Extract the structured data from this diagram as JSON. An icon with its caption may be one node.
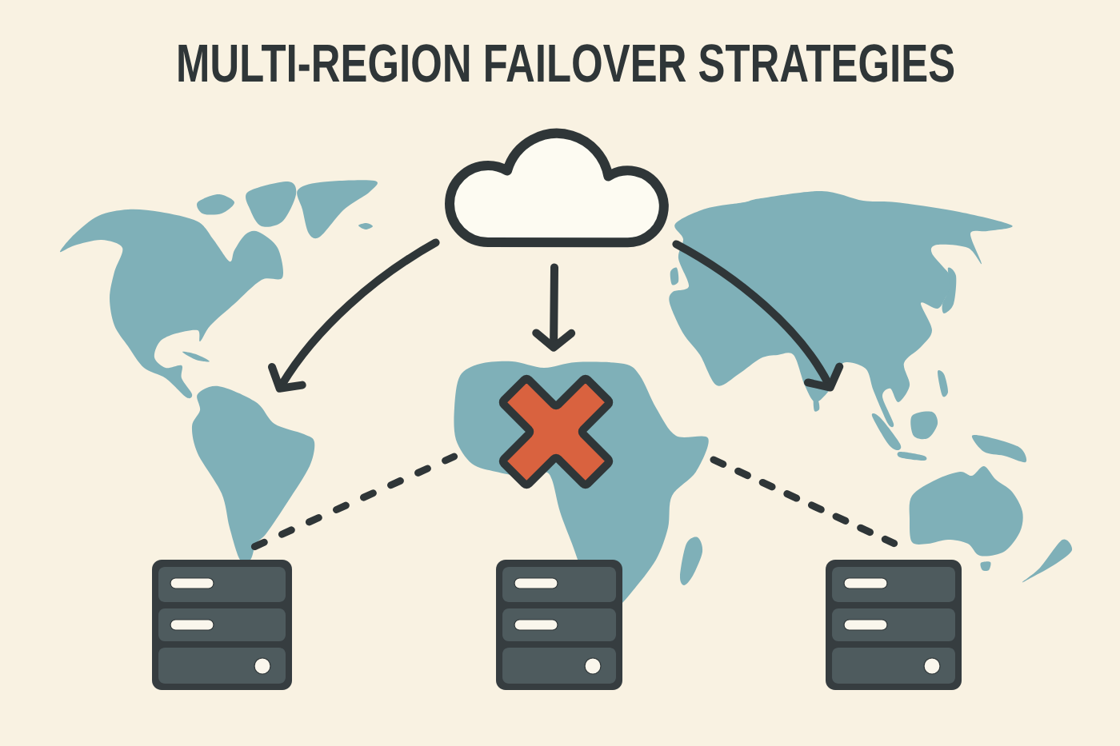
{
  "diagram": {
    "title": "MULTI-REGION FAILOVER STRATEGIES",
    "nodes": [
      {
        "text": [],
        "shape": "cloud"
      },
      {
        "text": [],
        "shape": "cross"
      },
      {
        "text": [],
        "shape": "server"
      },
      {
        "text": [],
        "shape": "server"
      },
      {
        "text": [],
        "shape": "server"
      }
    ],
    "edges": [
      {
        "from": 0,
        "to": null,
        "arrow": "to"
      },
      {
        "from": 0,
        "to": 1,
        "arrow": "to"
      },
      {
        "from": 0,
        "to": null,
        "arrow": "to"
      },
      {
        "from": 2,
        "to": 1,
        "arrow": "none",
        "style": "dashed"
      },
      {
        "from": null,
        "to": 4,
        "arrow": "none",
        "style": "dashed"
      }
    ]
  }
}
